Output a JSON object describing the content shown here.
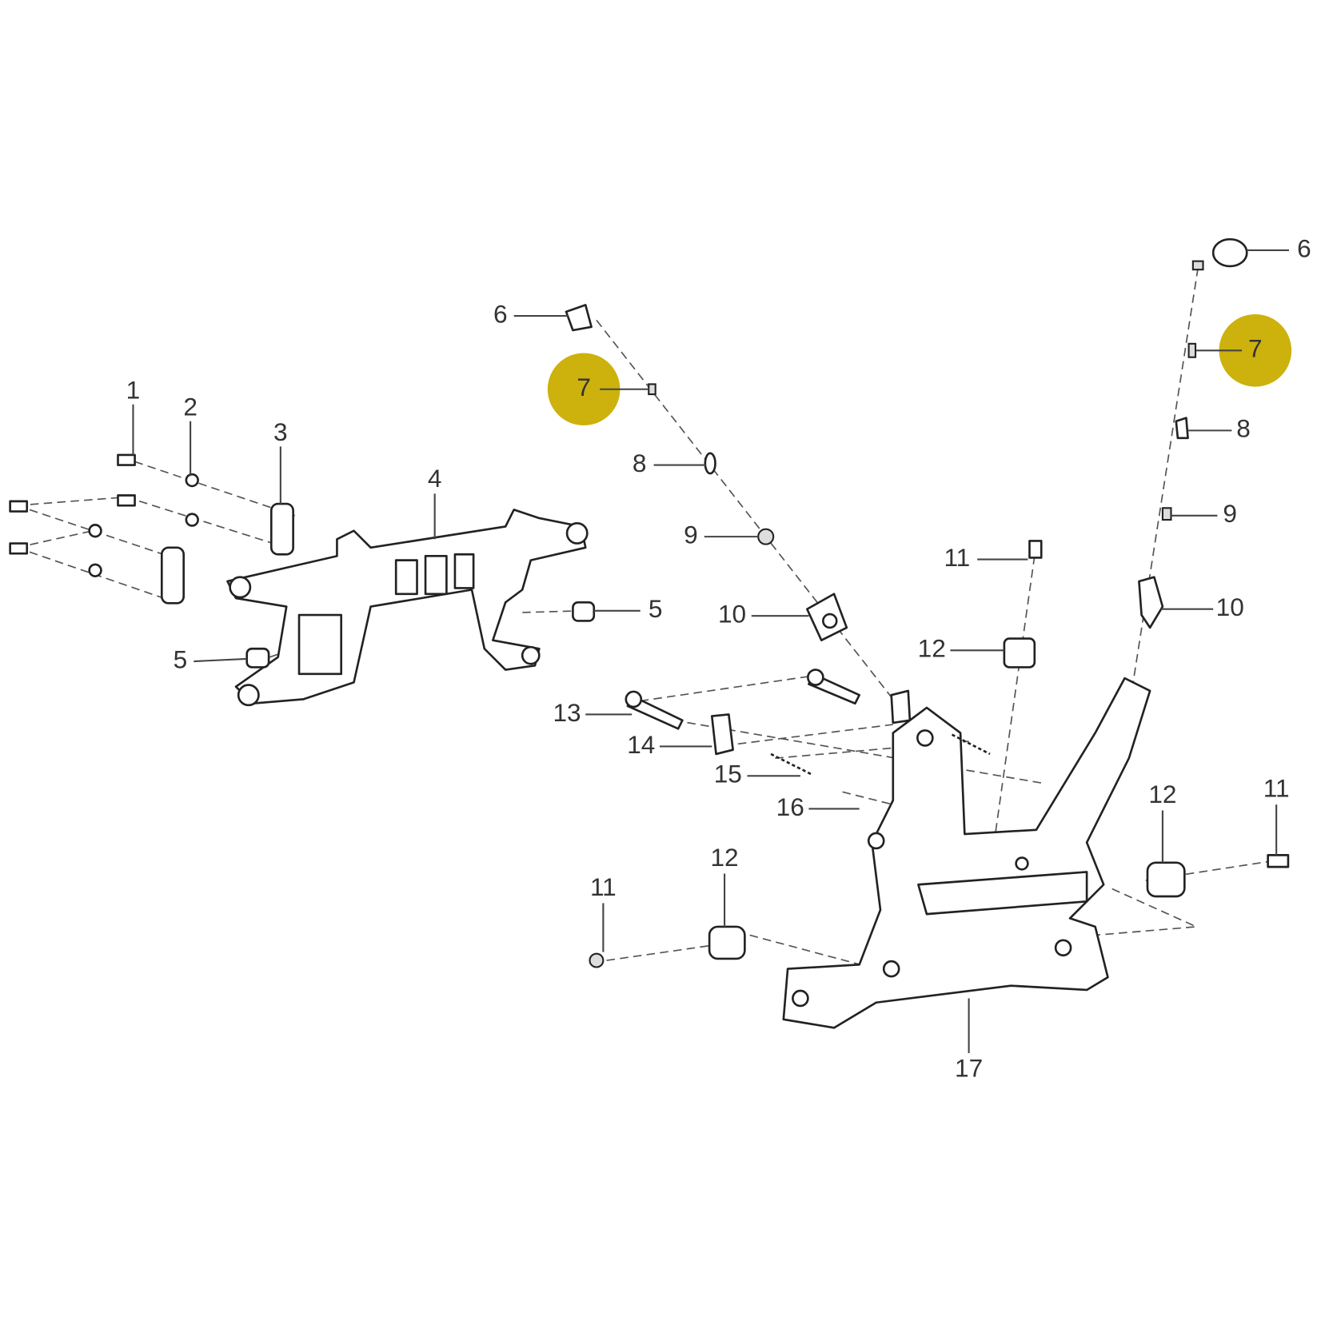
{
  "diagram": {
    "highlight_color": "#CDB10C",
    "callouts": {
      "p1": "1",
      "p2": "2",
      "p3": "3",
      "p4": "4",
      "p5a": "5",
      "p5b": "5",
      "p6a": "6",
      "p6b": "6",
      "p7a": "7",
      "p7b": "7",
      "p8a": "8",
      "p8b": "8",
      "p9a": "9",
      "p9b": "9",
      "p10a": "10",
      "p10b": "10",
      "p11a": "11",
      "p11b": "11",
      "p11c": "11",
      "p12a": "12",
      "p12b": "12",
      "p12c": "12",
      "p13": "13",
      "p14": "14",
      "p15": "15",
      "p16": "16",
      "p17": "17"
    },
    "highlighted_parts": [
      "7"
    ]
  }
}
